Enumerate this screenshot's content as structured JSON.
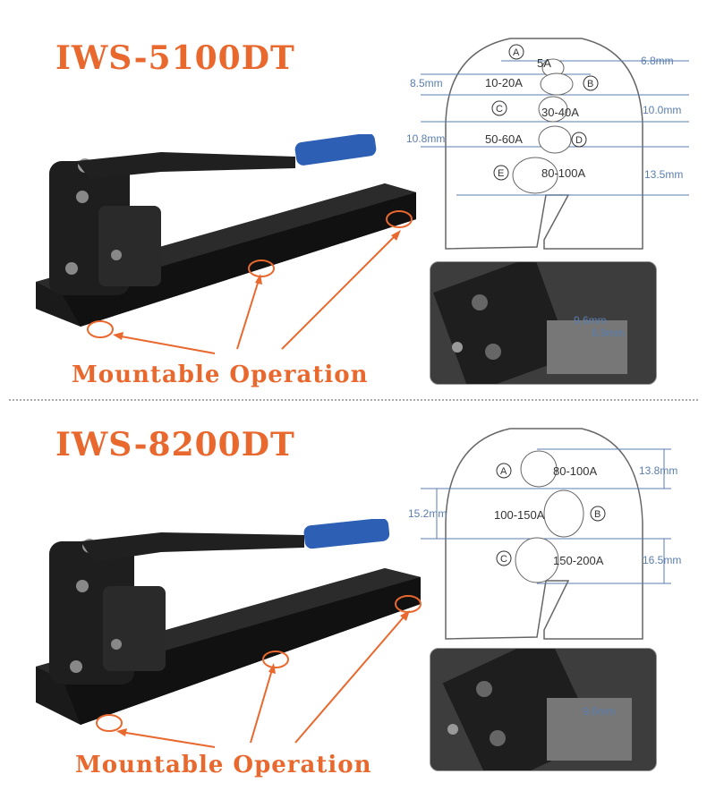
{
  "sections": [
    {
      "model": "IWS-5100DT",
      "caption": "Mountable Operation",
      "dies": [
        {
          "letter": "A",
          "range": "5A"
        },
        {
          "letter": "B",
          "range": "10-20A"
        },
        {
          "letter": "C",
          "range": "30-40A"
        },
        {
          "letter": "D",
          "range": "50-60A"
        },
        {
          "letter": "E",
          "range": "80-100A"
        }
      ],
      "measurements": [
        "6.8mm",
        "8.5mm",
        "10.0mm",
        "10.8mm",
        "13.5mm"
      ],
      "photo_measurements": [
        "9.6mm",
        "6.9mm"
      ]
    },
    {
      "model": "IWS-8200DT",
      "caption": "Mountable Operation",
      "dies": [
        {
          "letter": "A",
          "range": "80-100A"
        },
        {
          "letter": "B",
          "range": "100-150A"
        },
        {
          "letter": "C",
          "range": "150-200A"
        }
      ],
      "measurements": [
        "13.8mm",
        "15.2mm",
        "16.5mm"
      ],
      "photo_measurements": [
        "9.6mm"
      ]
    }
  ],
  "colors": {
    "accent": "#e8682e",
    "measure": "#5a7eb0",
    "handle": "#2d5fb5"
  },
  "icons": [
    "crimper-tool-image",
    "mount-hole-highlight",
    "pointer-arrow"
  ]
}
